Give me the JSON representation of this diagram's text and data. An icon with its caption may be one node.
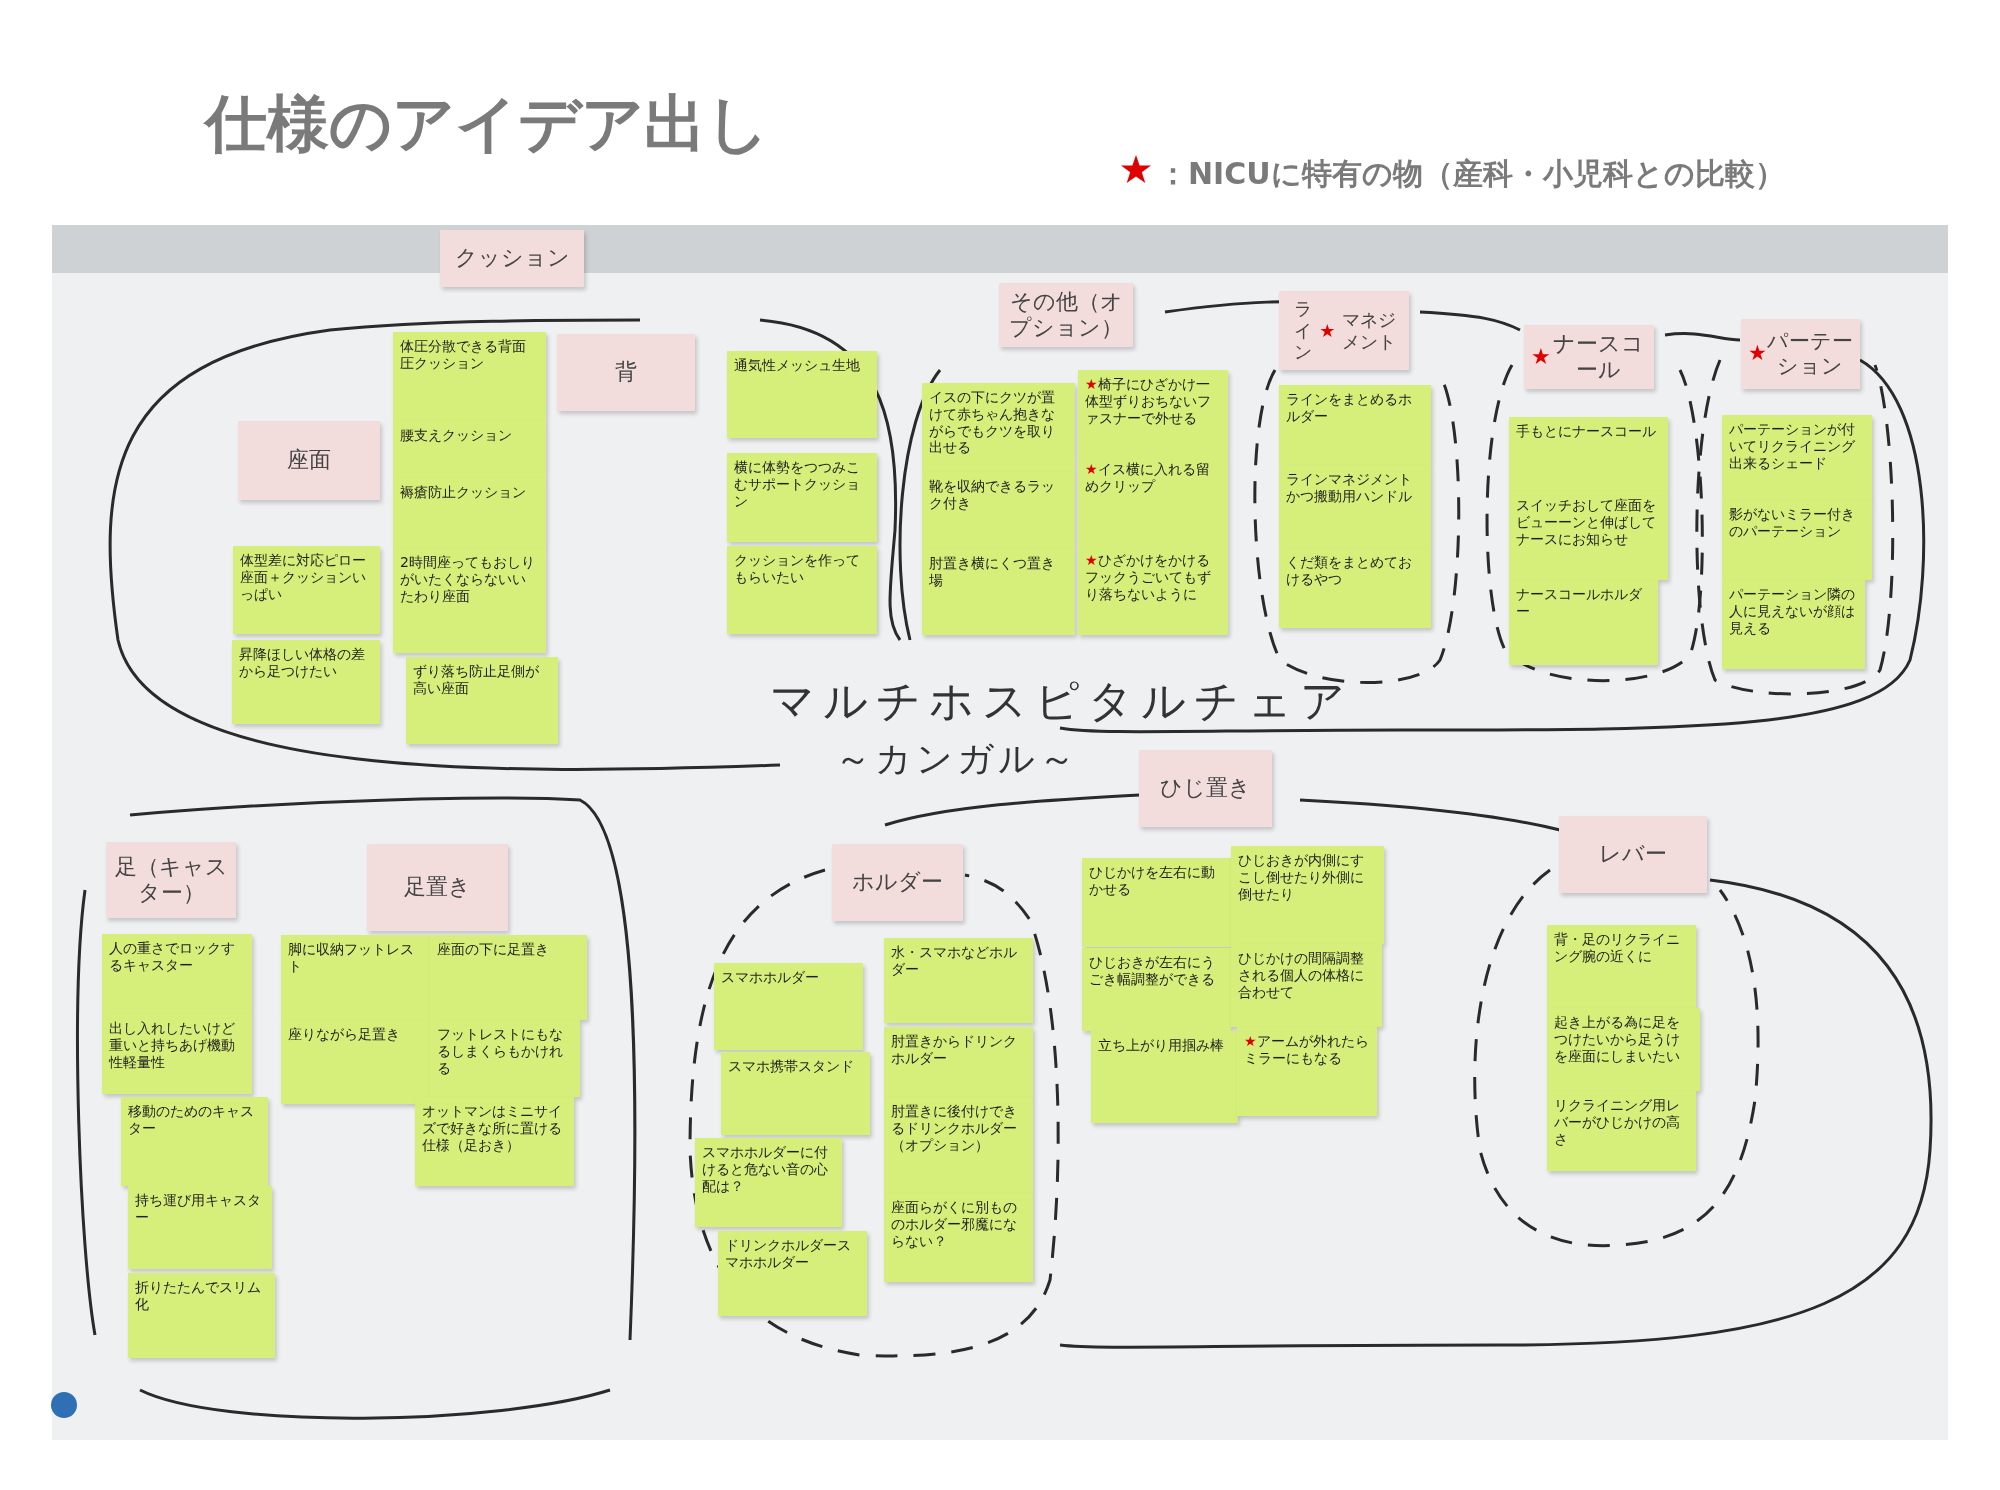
{
  "diagram": {
    "title": "仕様のアイデア出し",
    "nodes": [
      {
        "text": [
          "クッション"
        ]
      },
      {
        "text": [
          "座面"
        ]
      },
      {
        "text": [
          "体型差に対応ピロー座面＋クッションいっぱい"
        ]
      },
      {
        "text": [
          "昇降ほしい体格の差から足つけたい"
        ]
      },
      {
        "text": [
          "体圧分散できる背面圧クッション"
        ]
      },
      {
        "text": [
          "腰支えクッション"
        ]
      },
      {
        "text": [
          "褥瘡防止クッション"
        ]
      },
      {
        "text": [
          "2時間座ってもおしりがいたくならないいたわり座面"
        ]
      },
      {
        "text": [
          "ずり落ち防止足側が高い座面"
        ]
      },
      {
        "text": [
          "背"
        ]
      },
      {
        "text": [
          "通気性メッシュ生地"
        ]
      },
      {
        "text": [
          "横に体勢をつつみこむサポートクッション"
        ]
      },
      {
        "text": [
          "クッションを作ってもらいたい"
        ]
      },
      {
        "text": [
          "その他（オプション）"
        ]
      },
      {
        "text": [
          "イスの下にクツが置けて赤ちゃん抱きながらでもクツを取り出せる"
        ]
      },
      {
        "text": [
          "靴を収納できるラック付き"
        ]
      },
      {
        "text": [
          "肘置き横にくつ置き場"
        ]
      },
      {
        "text": [
          "★椅子にひざかけ一体型ずりおちないファスナーで外せる"
        ]
      },
      {
        "text": [
          "★イス横に入れる留めクリップ"
        ]
      },
      {
        "text": [
          "★ひざかけをかけるフックうごいてもずり落ちないように"
        ]
      },
      {
        "text": [
          "ライン★マネジメント"
        ]
      },
      {
        "text": [
          "ラインをまとめるホルダー"
        ]
      },
      {
        "text": [
          "ラインマネジメントかつ搬動用ハンドル"
        ]
      },
      {
        "text": [
          "くだ類をまとめておけるやつ"
        ]
      },
      {
        "text": [
          "★ナースコール"
        ]
      },
      {
        "text": [
          "手もとにナースコール"
        ]
      },
      {
        "text": [
          "スイッチおして座面をビューーンと伸ばしてナースにお知らせ"
        ]
      },
      {
        "text": [
          "ナースコールホルダー"
        ]
      },
      {
        "text": [
          "★パーテーション"
        ]
      },
      {
        "text": [
          "パーテーションが付いてリクライニング出来るシェード"
        ]
      },
      {
        "text": [
          "影がないミラー付きのパーテーション"
        ]
      },
      {
        "text": [
          "パーテーション隣の人に見えないが顔は見える"
        ]
      },
      {
        "text": [
          "足（キャスター）"
        ]
      },
      {
        "text": [
          "人の重さでロックするキャスター"
        ]
      },
      {
        "text": [
          "出し入れしたいけど重いと持ちあげ機動性軽量性"
        ]
      },
      {
        "text": [
          "移動のためのキャスター"
        ]
      },
      {
        "text": [
          "持ち運び用キャスター"
        ]
      },
      {
        "text": [
          "折りたたんでスリム化"
        ]
      },
      {
        "text": [
          "足置き"
        ]
      },
      {
        "text": [
          "脚に収納フットレスト"
        ]
      },
      {
        "text": [
          "座りながら足置き"
        ]
      },
      {
        "text": [
          "座面の下に足置き"
        ]
      },
      {
        "text": [
          "フットレストにもなるしまくらもかけれる"
        ]
      },
      {
        "text": [
          "オットマンはミニサイズで好きな所に置ける仕様（足おき）"
        ]
      },
      {
        "text": [
          "ホルダー"
        ]
      },
      {
        "text": [
          "スマホホルダー"
        ]
      },
      {
        "text": [
          "スマホ携帯スタンド"
        ]
      },
      {
        "text": [
          "スマホホルダーに付けると危ない音の心配は？"
        ]
      },
      {
        "text": [
          "ドリンクホルダースマホホルダー"
        ]
      },
      {
        "text": [
          "水・スマホなどホルダー"
        ]
      },
      {
        "text": [
          "肘置きからドリンクホルダー"
        ]
      },
      {
        "text": [
          "肘置きに後付けできるドリンクホルダー（オプション）"
        ]
      },
      {
        "text": [
          "座面らがくに別もののホルダー邪魔にならない？"
        ]
      },
      {
        "text": [
          "ひじ置き"
        ]
      },
      {
        "text": [
          "ひじかけを左右に動かせる"
        ]
      },
      {
        "text": [
          "ひじおきが内側にすこし倒せたり外側に倒せたり"
        ]
      },
      {
        "text": [
          "ひじおきが左右にうごき幅調整ができる"
        ]
      },
      {
        "text": [
          "ひじかけの間隔調整される個人の体格に合わせて"
        ]
      },
      {
        "text": [
          "立ち上がり用掴み棒"
        ]
      },
      {
        "text": [
          "★アームが外れたらミラーにもなる"
        ]
      },
      {
        "text": [
          "レバー"
        ]
      },
      {
        "text": [
          "背・足のリクライニング腕の近くに"
        ]
      },
      {
        "text": [
          "起き上がる為に足をつけたいから足うけを座面にしまいたい"
        ]
      },
      {
        "text": [
          "リクライニング用レバーがひじかけの高さ"
        ]
      }
    ],
    "labels": [
      "マルチホスピタルチェア",
      "～カンガル～"
    ],
    "legend": [
      {
        "text": "：NICUに特有の物（産科・小児科との比較）",
        "color": "#e00000"
      }
    ]
  }
}
